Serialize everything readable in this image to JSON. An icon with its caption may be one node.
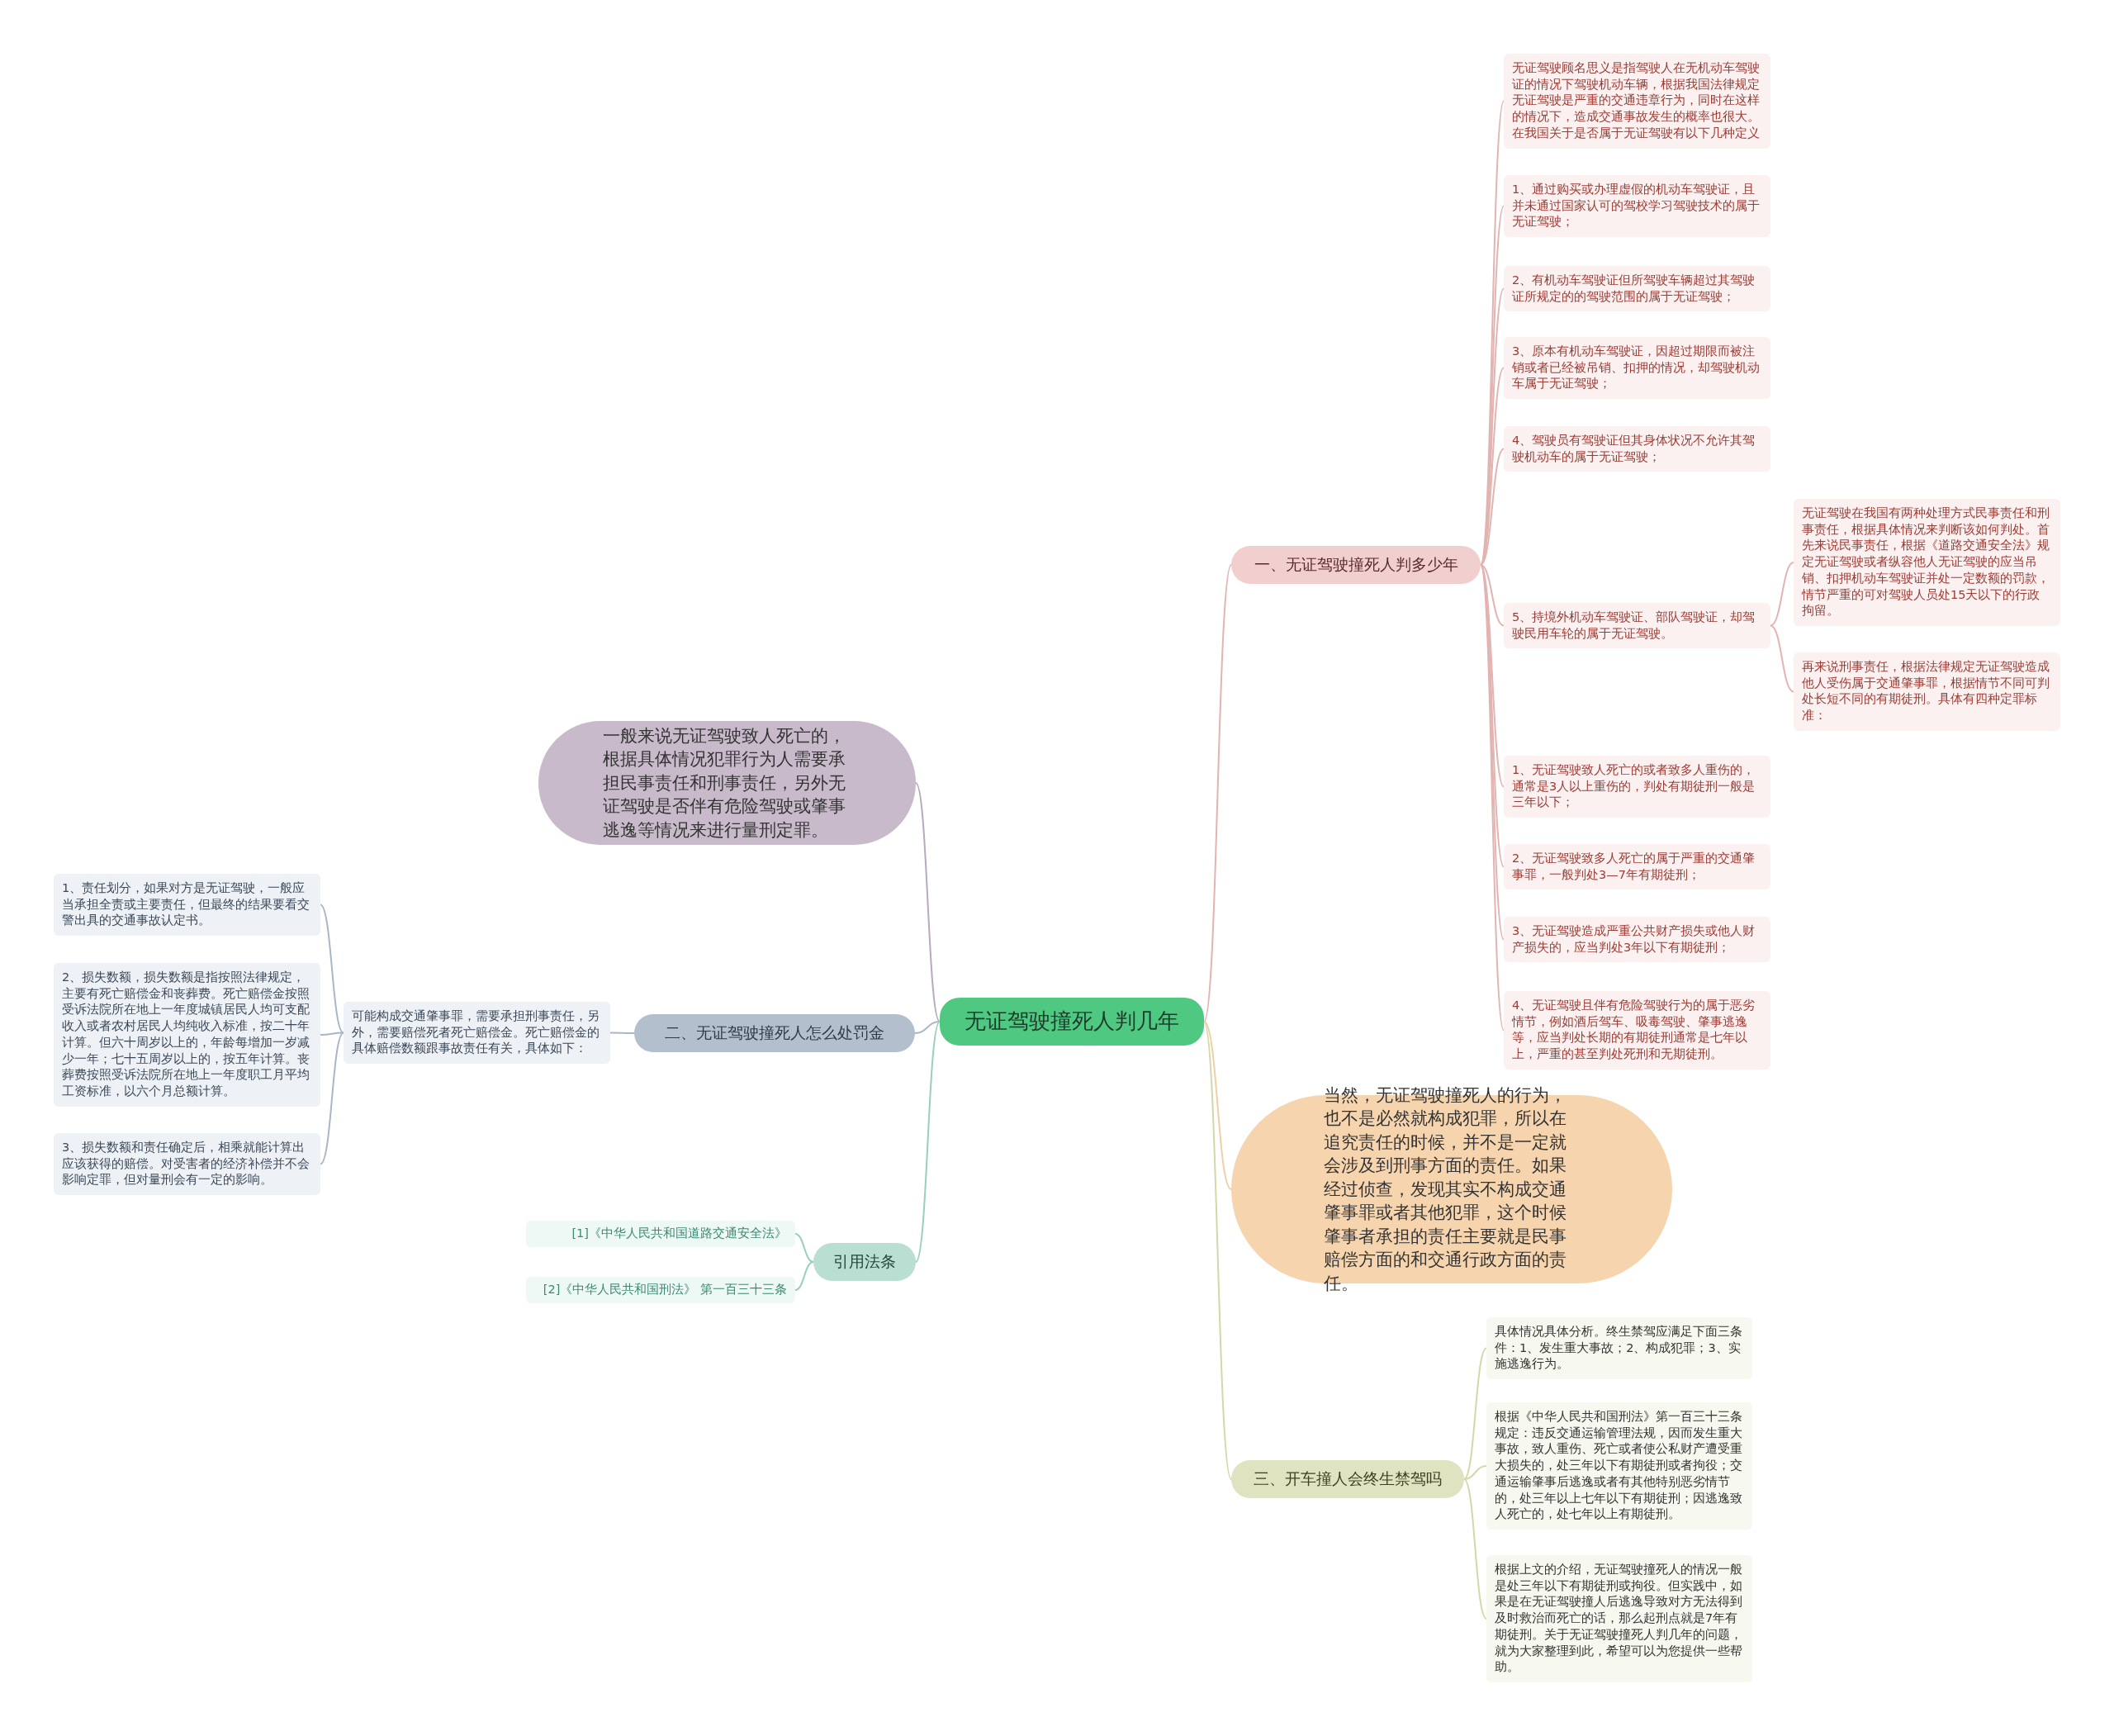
{
  "diagram": {
    "nodes": [
      {
        "text": [
          "无证驾驶撞死人判几年"
        ]
      },
      {
        "text": [
          "一、无证驾驶撞死人判多少年"
        ]
      },
      {
        "text": [
          "无证驾驶顾名思义是指驾驶人在无机动车驾驶证的情况下驾驶机动车辆，根据我国法律规定无证驾驶是严重的交通违章行为，同时在这样的情况下，造成交通事故发生的概率也很大。在我国关于是否属于无证驾驶有以下几种定义"
        ]
      },
      {
        "text": [
          "1、通过购买或办理虚假的机动车驾驶证，且并未通过国家认可的驾校学习驾驶技术的属于无证驾驶；"
        ]
      },
      {
        "text": [
          "2、有机动车驾驶证但所驾驶车辆超过其驾驶证所规定的的驾驶范围的属于无证驾驶；"
        ]
      },
      {
        "text": [
          "3、原本有机动车驾驶证，因超过期限而被注销或者已经被吊销、扣押的情况，却驾驶机动车属于无证驾驶；"
        ]
      },
      {
        "text": [
          "4、驾驶员有驾驶证但其身体状况不允许其驾驶机动车的属于无证驾驶；"
        ]
      },
      {
        "text": [
          "5、持境外机动车驾驶证、部队驾驶证，却驾驶民用车轮的属于无证驾驶。"
        ]
      },
      {
        "text": [
          "无证驾驶在我国有两种处理方式民事责任和刑事责任，根据具体情况来判断该如何判处。首先来说民事责任，根据《道路交通安全法》规定无证驾驶或者纵容他人无证驾驶的应当吊销、扣押机动车驾驶证并处一定数额的罚款，情节严重的可对驾驶人员处15天以下的行政拘留。"
        ]
      },
      {
        "text": [
          "再来说刑事责任，根据法律规定无证驾驶造成他人受伤属于交通肇事罪，根据情节不同可判处长短不同的有期徒刑。具体有四种定罪标准："
        ]
      },
      {
        "text": [
          "1、无证驾驶致人死亡的或者致多人重伤的，通常是3人以上重伤的，判处有期徒刑一般是三年以下；"
        ]
      },
      {
        "text": [
          "2、无证驾驶致多人死亡的属于严重的交通肇事罪，一般判处3—7年有期徒刑；"
        ]
      },
      {
        "text": [
          "3、无证驾驶造成严重公共财产损失或他人财产损失的，应当判处3年以下有期徒刑；"
        ]
      },
      {
        "text": [
          "4、无证驾驶且伴有危险驾驶行为的属于恶劣情节，例如酒后驾车、吸毒驾驶、肇事逃逸等，应当判处长期的有期徒刑通常是七年以上，严重的甚至判处死刑和无期徒刑。"
        ]
      },
      {
        "text": [
          "一般来说无证驾驶致人死亡的，根据具体情况犯罪行为人需要承担民事责任和刑事责任，另外无证驾驶是否伴有危险驾驶或肇事逃逸等情况来进行量刑定罪。"
        ]
      },
      {
        "text": [
          "二、无证驾驶撞死人怎么处罚金"
        ]
      },
      {
        "text": [
          "可能构成交通肇事罪，需要承担刑事责任，另外，需要赔偿死者死亡赔偿金。死亡赔偿金的具体赔偿数额跟事故责任有关，具体如下："
        ]
      },
      {
        "text": [
          "1、责任划分，如果对方是无证驾驶，一般应当承担全责或主要责任，但最终的结果要看交警出具的交通事故认定书。"
        ]
      },
      {
        "text": [
          "2、损失数额，损失数额是指按照法律规定，主要有死亡赔偿金和丧葬费。死亡赔偿金按照受诉法院所在地上一年度城镇居民人均可支配收入或者农村居民人均纯收入标准，按二十年计算。但六十周岁以上的，年龄每增加一岁减少一年；七十五周岁以上的，按五年计算。丧葬费按照受诉法院所在地上一年度职工月平均工资标准，以六个月总额计算。"
        ]
      },
      {
        "text": [
          "3、损失数额和责任确定后，相乘就能计算出应该获得的赔偿。对受害者的经济补偿并不会影响定罪，但对量刑会有一定的影响。"
        ]
      },
      {
        "text": [
          "当然，无证驾驶撞死人的行为，也不是必然就构成犯罪，所以在追究责任的时候，并不是一定就会涉及到刑事方面的责任。如果经过侦查，发现其实不构成交通肇事罪或者其他犯罪，这个时候肇事者承担的责任主要就是民事赔偿方面的和交通行政方面的责任。"
        ]
      },
      {
        "text": [
          "引用法条"
        ]
      },
      {
        "text": [
          "[1]《中华人民共和国道路交通安全法》"
        ]
      },
      {
        "text": [
          "[2]《中华人民共和国刑法》 第一百三十三条"
        ]
      },
      {
        "text": [
          "三、开车撞人会终生禁驾吗"
        ]
      },
      {
        "text": [
          "具体情况具体分析。终生禁驾应满足下面三条件：1、发生重大事故；2、构成犯罪；3、实施逃逸行为。"
        ]
      },
      {
        "text": [
          "根据《中华人民共和国刑法》第一百三十三条规定：违反交通运输管理法规，因而发生重大事故，致人重伤、死亡或者使公私财产遭受重大损失的，处三年以下有期徒刑或者拘役；交通运输肇事后逃逸或者有其他特别恶劣情节的，处三年以上七年以下有期徒刑；因逃逸致人死亡的，处七年以上有期徒刑。"
        ]
      },
      {
        "text": [
          "根据上文的介绍，无证驾驶撞死人的情况一般是处三年以下有期徒刑或拘役。但实践中，如果是在无证驾驶撞人后逃逸导致对方无法得到及时救治而死亡的话，那么起刑点就是7年有期徒刑。关于无证驾驶撞死人判几年的问题，就为大家整理到此，希望可以为您提供一些帮助。"
        ]
      }
    ],
    "edges": [
      {
        "from": 0,
        "to": 1,
        "arrow": "none"
      },
      {
        "from": 1,
        "to": 2,
        "arrow": "none"
      },
      {
        "from": 1,
        "to": 3,
        "arrow": "none"
      },
      {
        "from": 1,
        "to": 4,
        "arrow": "none"
      },
      {
        "from": 1,
        "to": 5,
        "arrow": "none"
      },
      {
        "from": 1,
        "to": 6,
        "arrow": "none"
      },
      {
        "from": 1,
        "to": 7,
        "arrow": "none"
      },
      {
        "from": 7,
        "to": 8,
        "arrow": "none"
      },
      {
        "from": 7,
        "to": 9,
        "arrow": "none"
      },
      {
        "from": 1,
        "to": 10,
        "arrow": "none"
      },
      {
        "from": 1,
        "to": 11,
        "arrow": "none"
      },
      {
        "from": 1,
        "to": 12,
        "arrow": "none"
      },
      {
        "from": 1,
        "to": 13,
        "arrow": "none"
      },
      {
        "from": 0,
        "to": 14,
        "arrow": "none",
        "color": "#b8a9bd"
      },
      {
        "from": 0,
        "to": 15,
        "arrow": "none",
        "color": "#a9b6c6"
      },
      {
        "from": 15,
        "to": 16,
        "arrow": "none",
        "color": "#a9b6c6"
      },
      {
        "from": 16,
        "to": 17,
        "arrow": "none",
        "color": "#a9b6c6"
      },
      {
        "from": 16,
        "to": 18,
        "arrow": "none",
        "color": "#a9b6c6"
      },
      {
        "from": 16,
        "to": 19,
        "arrow": "none",
        "color": "#a9b6c6"
      },
      {
        "from": 0,
        "to": 20,
        "arrow": "none",
        "color": "#efcfa5"
      },
      {
        "from": 0,
        "to": 21,
        "arrow": "none",
        "color": "#98cfbd"
      },
      {
        "from": 21,
        "to": 22,
        "arrow": "none",
        "color": "#98cfbd"
      },
      {
        "from": 21,
        "to": 23,
        "arrow": "none",
        "color": "#98cfbd"
      },
      {
        "from": 0,
        "to": 24,
        "arrow": "none",
        "color": "#d3d8a6"
      },
      {
        "from": 24,
        "to": 25,
        "arrow": "none",
        "color": "#d3d8a6"
      },
      {
        "from": 24,
        "to": 26,
        "arrow": "none",
        "color": "#d3d8a6"
      },
      {
        "from": 24,
        "to": 27,
        "arrow": "none",
        "color": "#d3d8a6"
      }
    ]
  }
}
